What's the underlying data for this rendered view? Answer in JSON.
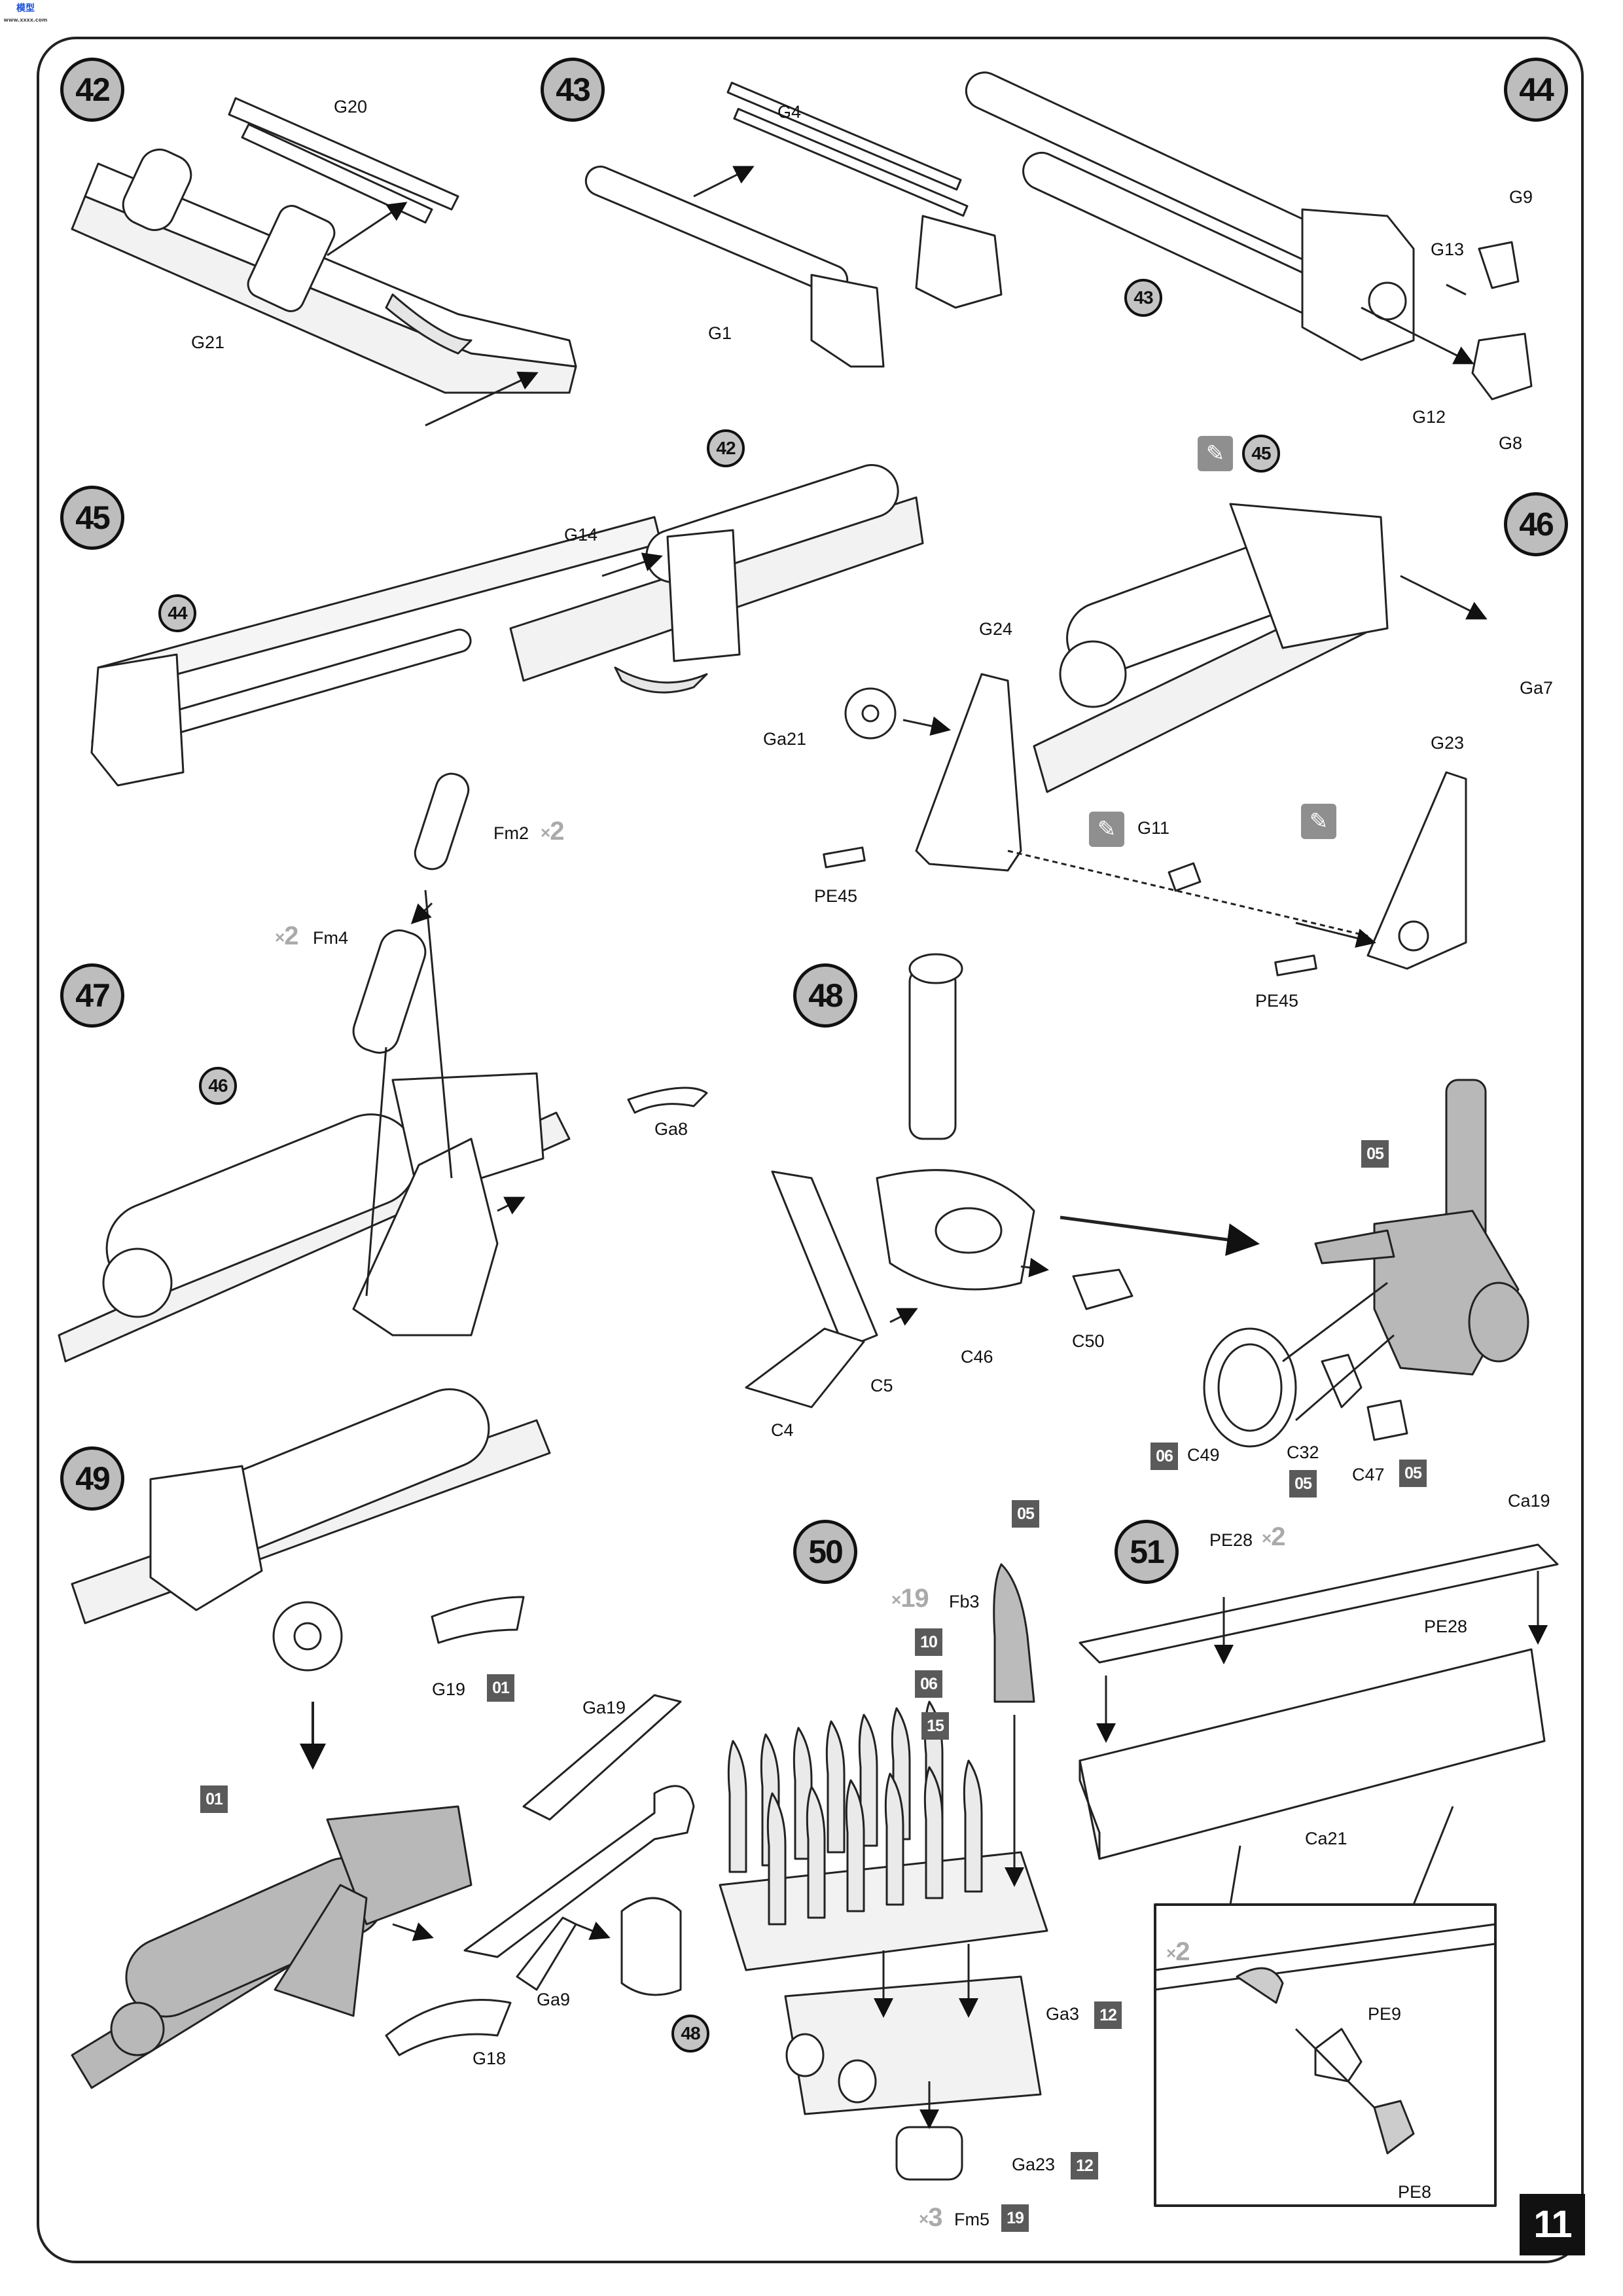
{
  "watermark": {
    "text": "模型",
    "sub": "www.xxxx.com"
  },
  "page_number": "11",
  "steps": {
    "s42": "42",
    "s43": "43",
    "s44": "44",
    "s45": "45",
    "s46": "46",
    "s47": "47",
    "s48": "48",
    "s49": "49",
    "s50": "50",
    "s51": "51"
  },
  "refs": {
    "r43_in44": "43",
    "r42_in45": "42",
    "r44_in45": "44",
    "r45_in46": "45",
    "r46_in47": "46",
    "r48_in49": "48"
  },
  "labels": {
    "G20": "G20",
    "G21": "G21",
    "G4": "G4",
    "G1": "G1",
    "G9": "G9",
    "G13": "G13",
    "G12": "G12",
    "G8": "G8",
    "G14": "G14",
    "G24": "G24",
    "Ga21": "Ga21",
    "Ga7": "Ga7",
    "G23": "G23",
    "G11": "G11",
    "PE45a": "PE45",
    "PE45b": "PE45",
    "Fm2": "Fm2",
    "Fm4": "Fm4",
    "Ga8": "Ga8",
    "C5": "C5",
    "C4": "C4",
    "C46": "C46",
    "C50": "C50",
    "C49": "C49",
    "C32": "C32",
    "C47": "C47",
    "G19": "G19",
    "Ga19": "Ga19",
    "Ga9": "Ga9",
    "G18": "G18",
    "Fb3": "Fb3",
    "Ga3": "Ga3",
    "Ga23": "Ga23",
    "Fm5": "Fm5",
    "PE28a": "PE28",
    "PE28b": "PE28",
    "Ca19": "Ca19",
    "Ca21": "Ca21",
    "PE9": "PE9",
    "PE8": "PE8"
  },
  "paint_codes": {
    "p05_48a": "05",
    "p06_48": "06",
    "p05_48b": "05",
    "p05_48c": "05",
    "p01_49a": "01",
    "p01_49b": "01",
    "p05_50": "05",
    "p10_50": "10",
    "p06_50": "06",
    "p15_50": "15",
    "p12_50a": "12",
    "p12_50b": "12",
    "p19_50": "19"
  },
  "quantities": {
    "fm2": "2",
    "fm4": "2",
    "fb3": "19",
    "fm5": "3",
    "pe28": "2",
    "pe9": "2"
  },
  "icons": {
    "cement": "cement-tube-icon",
    "quantity": "multiplier-icon"
  },
  "colors": {
    "step_fill": "#bdbdbd",
    "paint_box": "#5a5a5a",
    "page_box": "#111111",
    "shaded_assembly": "#b8b8b8"
  }
}
